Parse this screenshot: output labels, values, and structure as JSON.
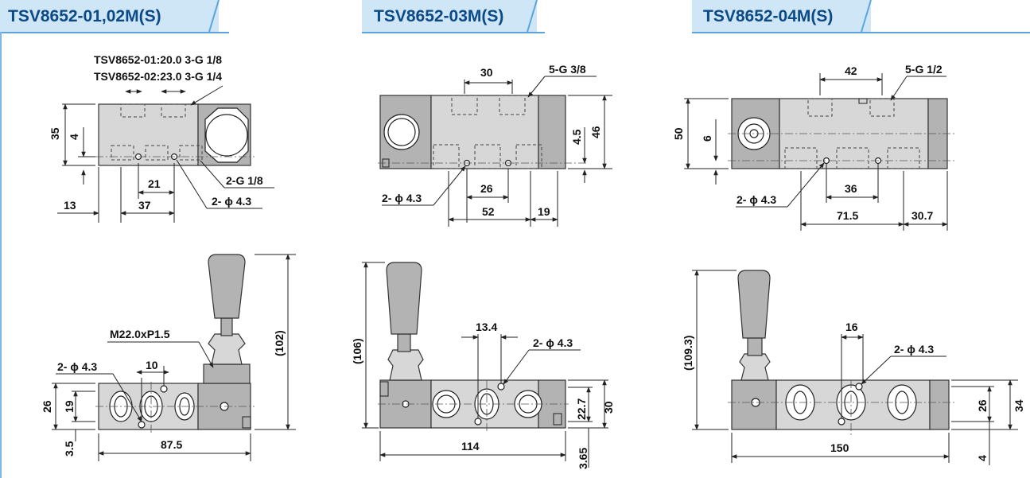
{
  "models": [
    {
      "title": "TSV8652-01,02M(S)",
      "top_view": {
        "note_line1": "TSV8652-01:20.0   3-G 1/8",
        "note_line2": "TSV8652-02:23.0   3-G 1/4",
        "dims": [
          "35",
          "4",
          "21",
          "13",
          "37"
        ],
        "port_label": "2-G 1/8",
        "hole_label": "2- ϕ 4.3"
      },
      "front_view": {
        "thread_label": "M22.0xP1.5",
        "hole_label": "2- ϕ 4.3",
        "dims": [
          "10",
          "26",
          "19",
          "3.5",
          "87.5",
          "(102)"
        ]
      }
    },
    {
      "title": "TSV8652-03M(S)",
      "top_view": {
        "dims": [
          "30",
          "4.5",
          "46",
          "26",
          "52",
          "19"
        ],
        "port_label": "5-G 3/8",
        "hole_label": "2- ϕ 4.3"
      },
      "front_view": {
        "hole_label": "2- ϕ 4.3",
        "dims": [
          "13.4",
          "(106)",
          "22.7",
          "30",
          "114",
          "3.65"
        ]
      }
    },
    {
      "title": "TSV8652-04M(S)",
      "top_view": {
        "dims": [
          "42",
          "50",
          "6",
          "36",
          "71.5",
          "30.7"
        ],
        "port_label": "5-G 1/2",
        "hole_label": "2- ϕ 4.3"
      },
      "front_view": {
        "hole_label": "2- ϕ 4.3",
        "dims": [
          "16",
          "(109.3)",
          "26",
          "34",
          "150",
          "4"
        ]
      }
    }
  ],
  "colors": {
    "tab_bg": "#cfe6f7",
    "tab_text": "#0b4a86",
    "frame_line": "#5aa6dc",
    "body_gray": "#d7d7d7",
    "end_cap_gray": "#b3b3b3"
  }
}
